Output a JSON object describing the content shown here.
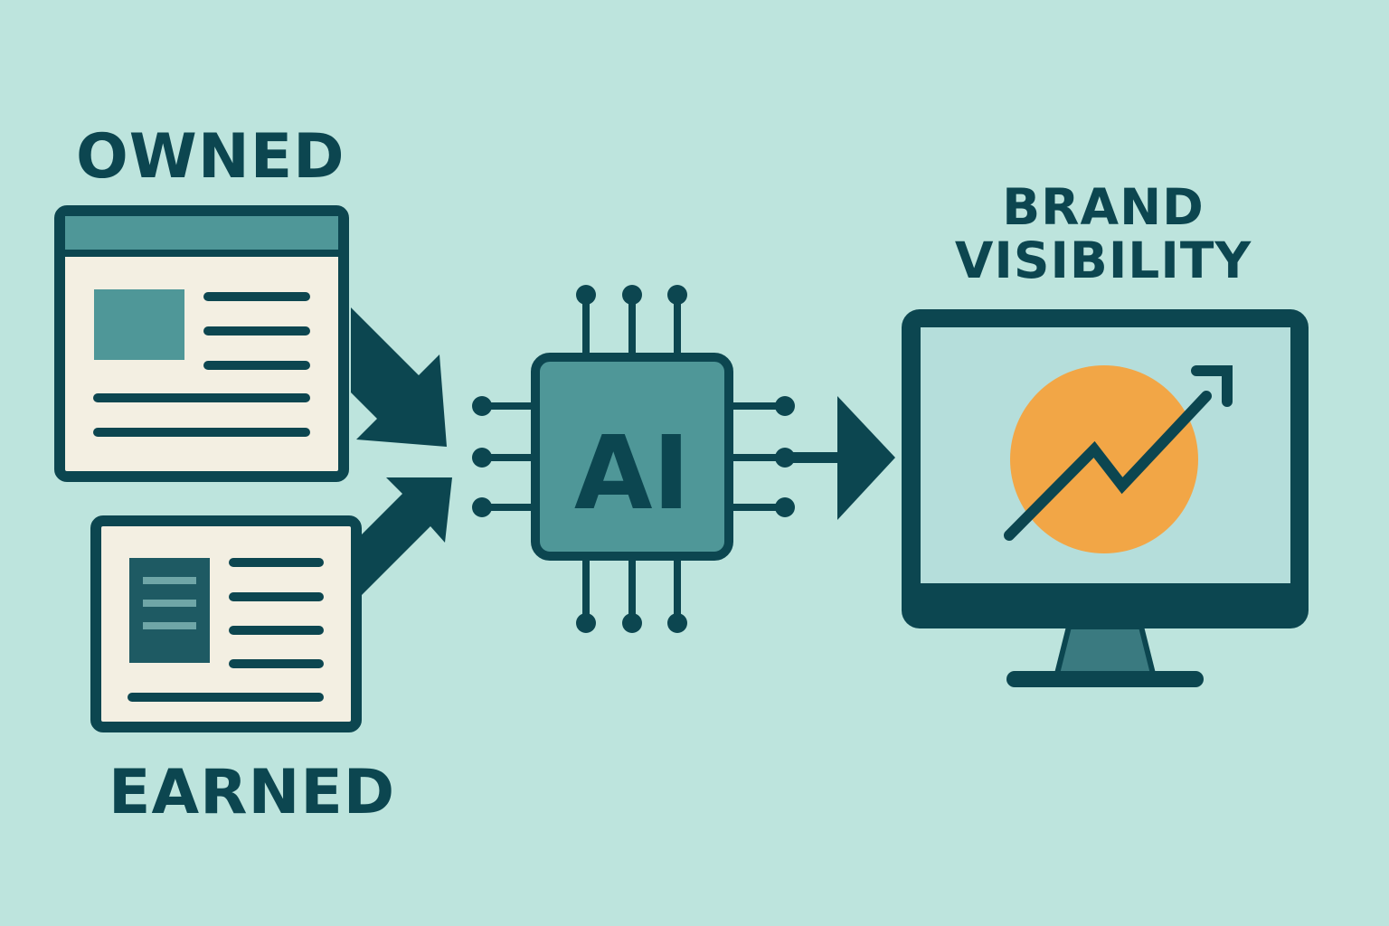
{
  "labels": {
    "owned": "OWNED",
    "earned": "EARNED",
    "brand_line1": "BRAND",
    "brand_line2": "VISIBILITY",
    "ai": "AI"
  },
  "icons": {
    "owned": "web-page-icon",
    "earned": "article-page-icon",
    "ai": "ai-chip-icon",
    "output": "monitor-growth-chart-icon"
  },
  "colors": {
    "background": "#bde4dd",
    "dark": "#0c4650",
    "teal": "#4f9798",
    "paper": "#f3efe2",
    "screen": "#b5dedb",
    "accent": "#f2a646",
    "stand": "#3a7a80"
  }
}
